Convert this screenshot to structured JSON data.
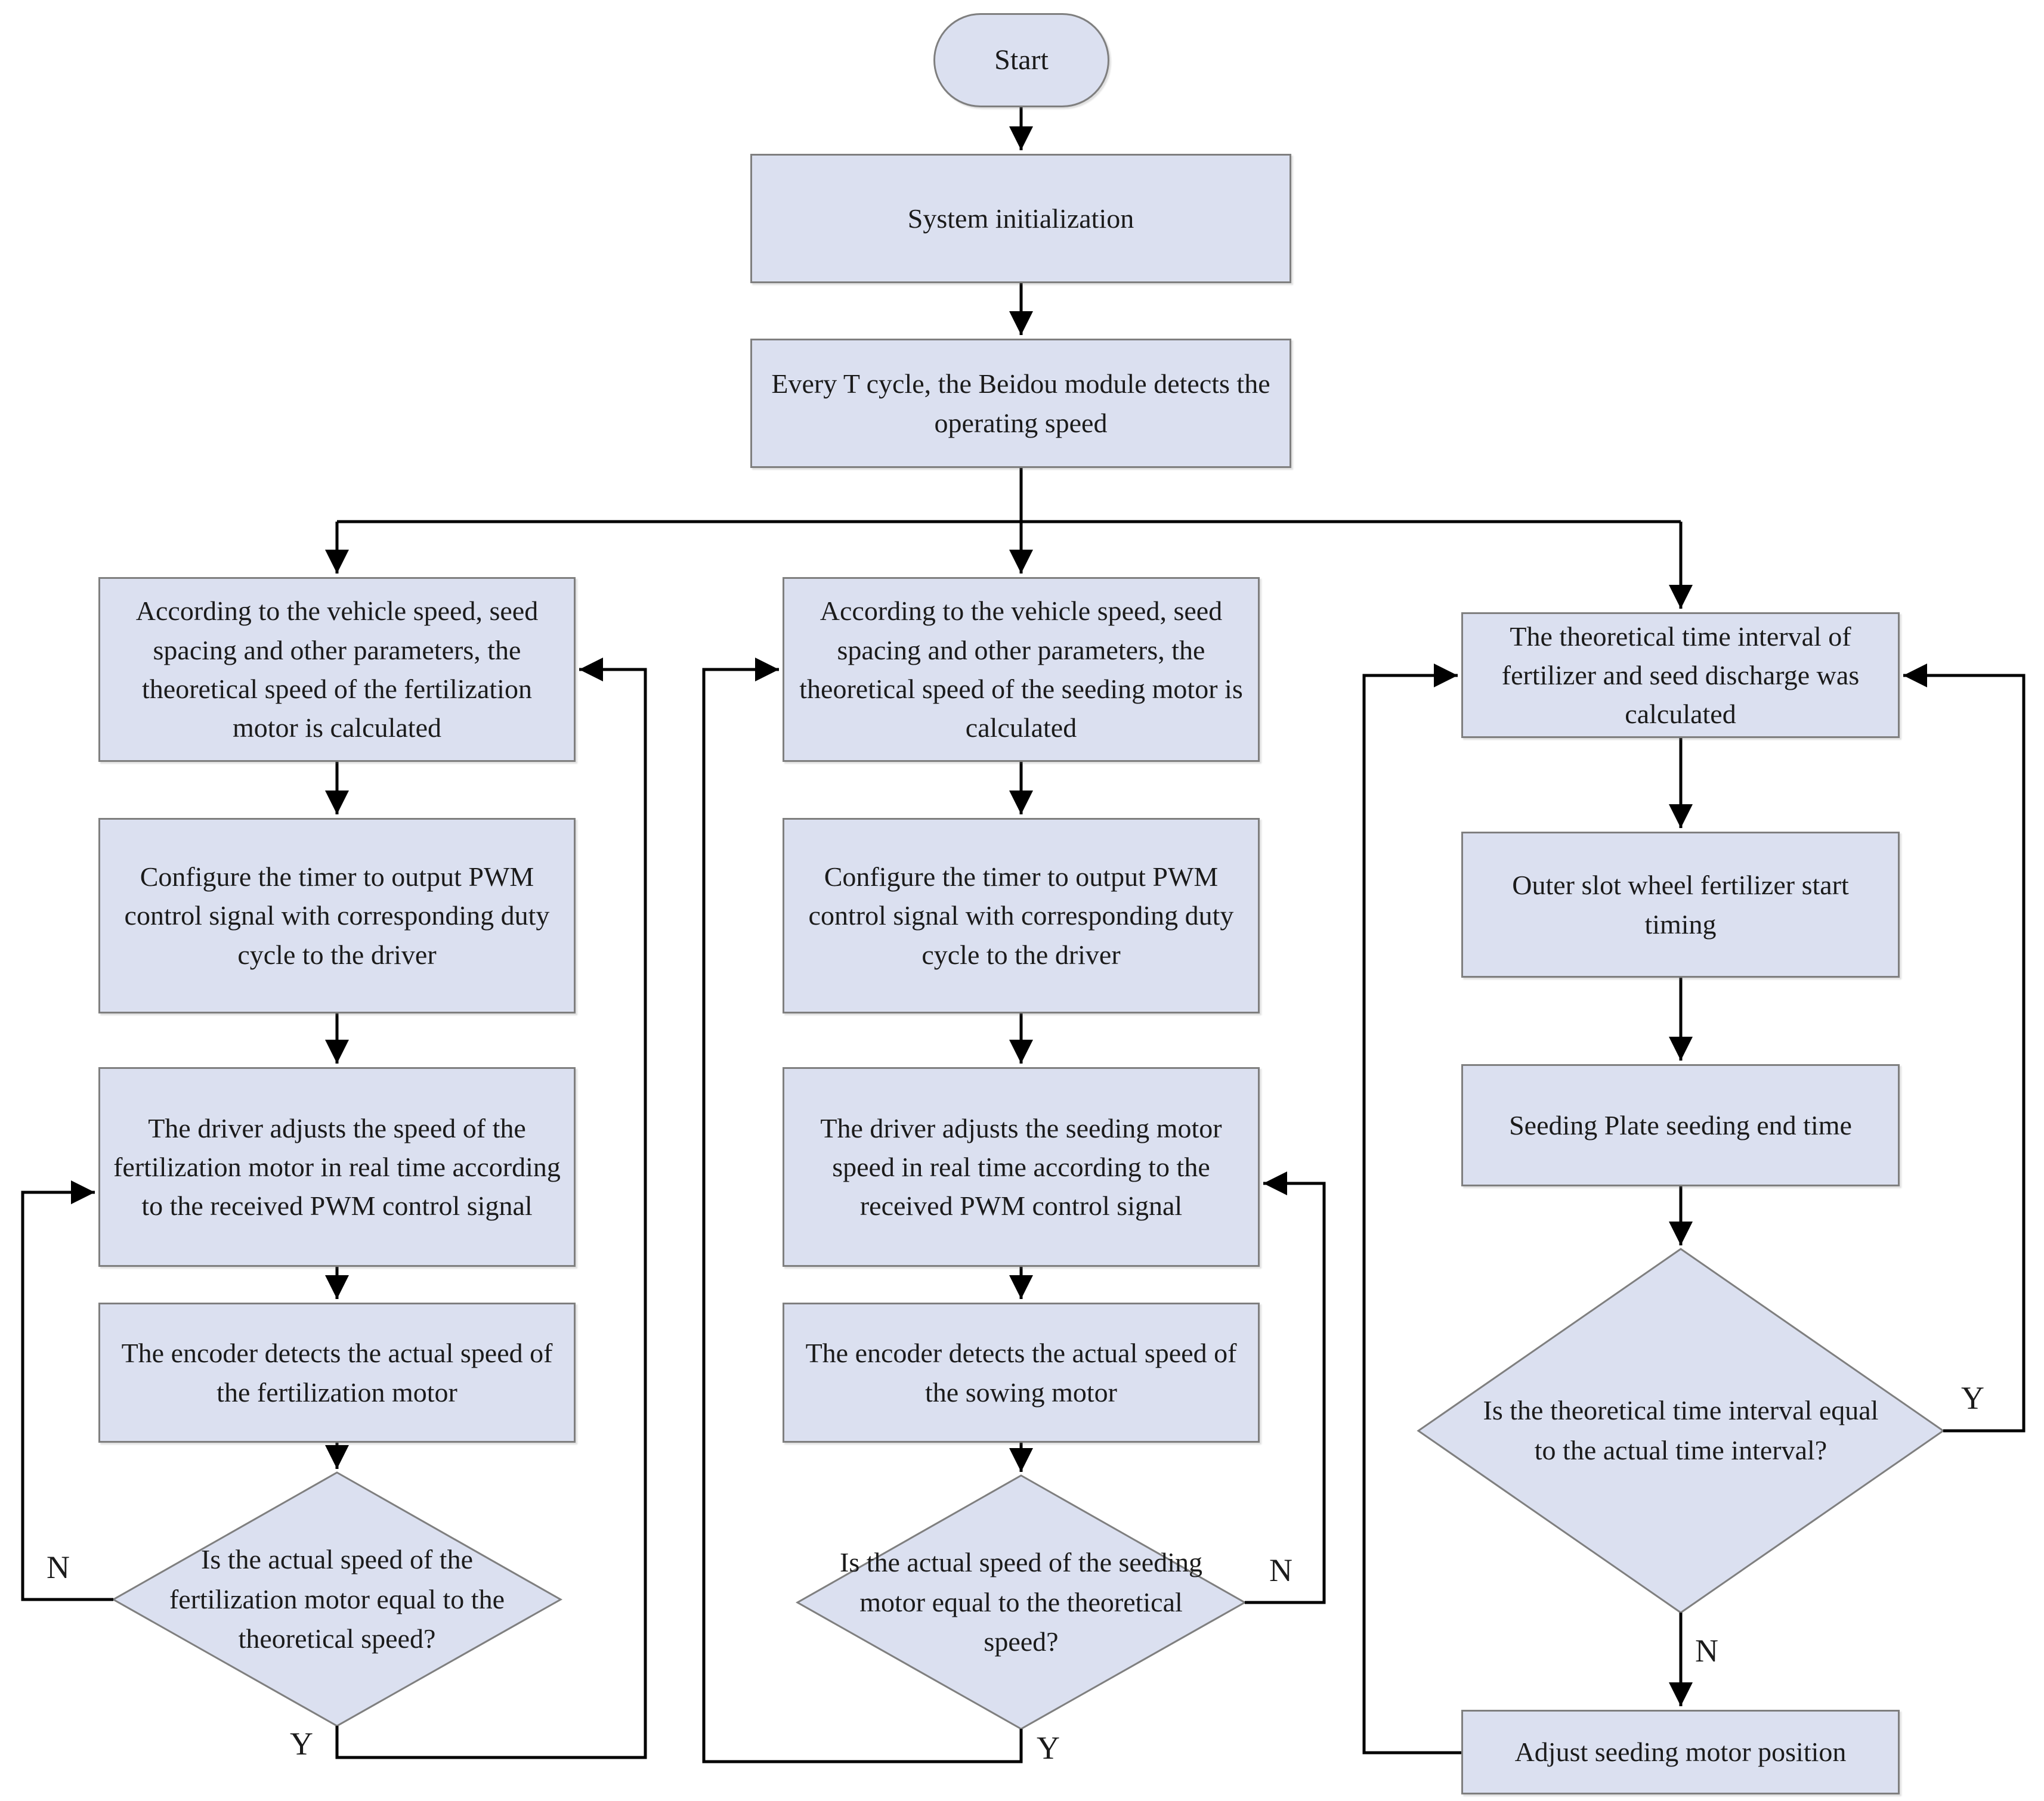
{
  "colors": {
    "node_fill": "#dbe0f0",
    "node_border": "#7f7f7f",
    "line": "#000000",
    "text": "#1b1b1b",
    "background": "#ffffff"
  },
  "flowchart": {
    "start": "Start",
    "system_init": "System initialization",
    "beidou_detect": "Every T cycle, the Beidou module detects the operating speed",
    "fert_calc": "According to the vehicle speed, seed spacing and other parameters, the theoretical speed of the fertilization motor is calculated",
    "fert_timer": "Configure the timer to output PWM control signal with corresponding duty cycle to the driver",
    "fert_driver": "The driver adjusts the speed of the fertilization motor in real time according to the received PWM control signal",
    "fert_encoder": "The encoder detects the actual speed of the fertilization motor",
    "fert_decision": "Is the actual speed of the fertilization motor equal to the theoretical speed?",
    "seed_calc": "According to the vehicle speed, seed spacing and other parameters, the theoretical speed of the seeding motor is calculated",
    "seed_timer": "Configure the timer to output PWM control signal with corresponding duty cycle to the driver",
    "seed_driver": "The driver adjusts the seeding motor speed in real time according to the received PWM control signal",
    "seed_encoder": "The encoder detects the actual speed of the sowing motor",
    "seed_decision": "Is the actual speed of the seeding motor equal to the theoretical speed?",
    "interval_calc": "The theoretical time interval of fertilizer and seed discharge was calculated",
    "outer_slot_wheel": "Outer slot wheel fertilizer start timing",
    "seeding_plate_end": "Seeding Plate seeding end time",
    "interval_decision": "Is the theoretical time interval equal to the actual time interval?",
    "adjust_position": "Adjust seeding motor position"
  },
  "edge_labels": {
    "fert_no": "N",
    "fert_yes": "Y",
    "seed_no": "N",
    "seed_yes": "Y",
    "interval_yes": "Y",
    "interval_no": "N"
  }
}
